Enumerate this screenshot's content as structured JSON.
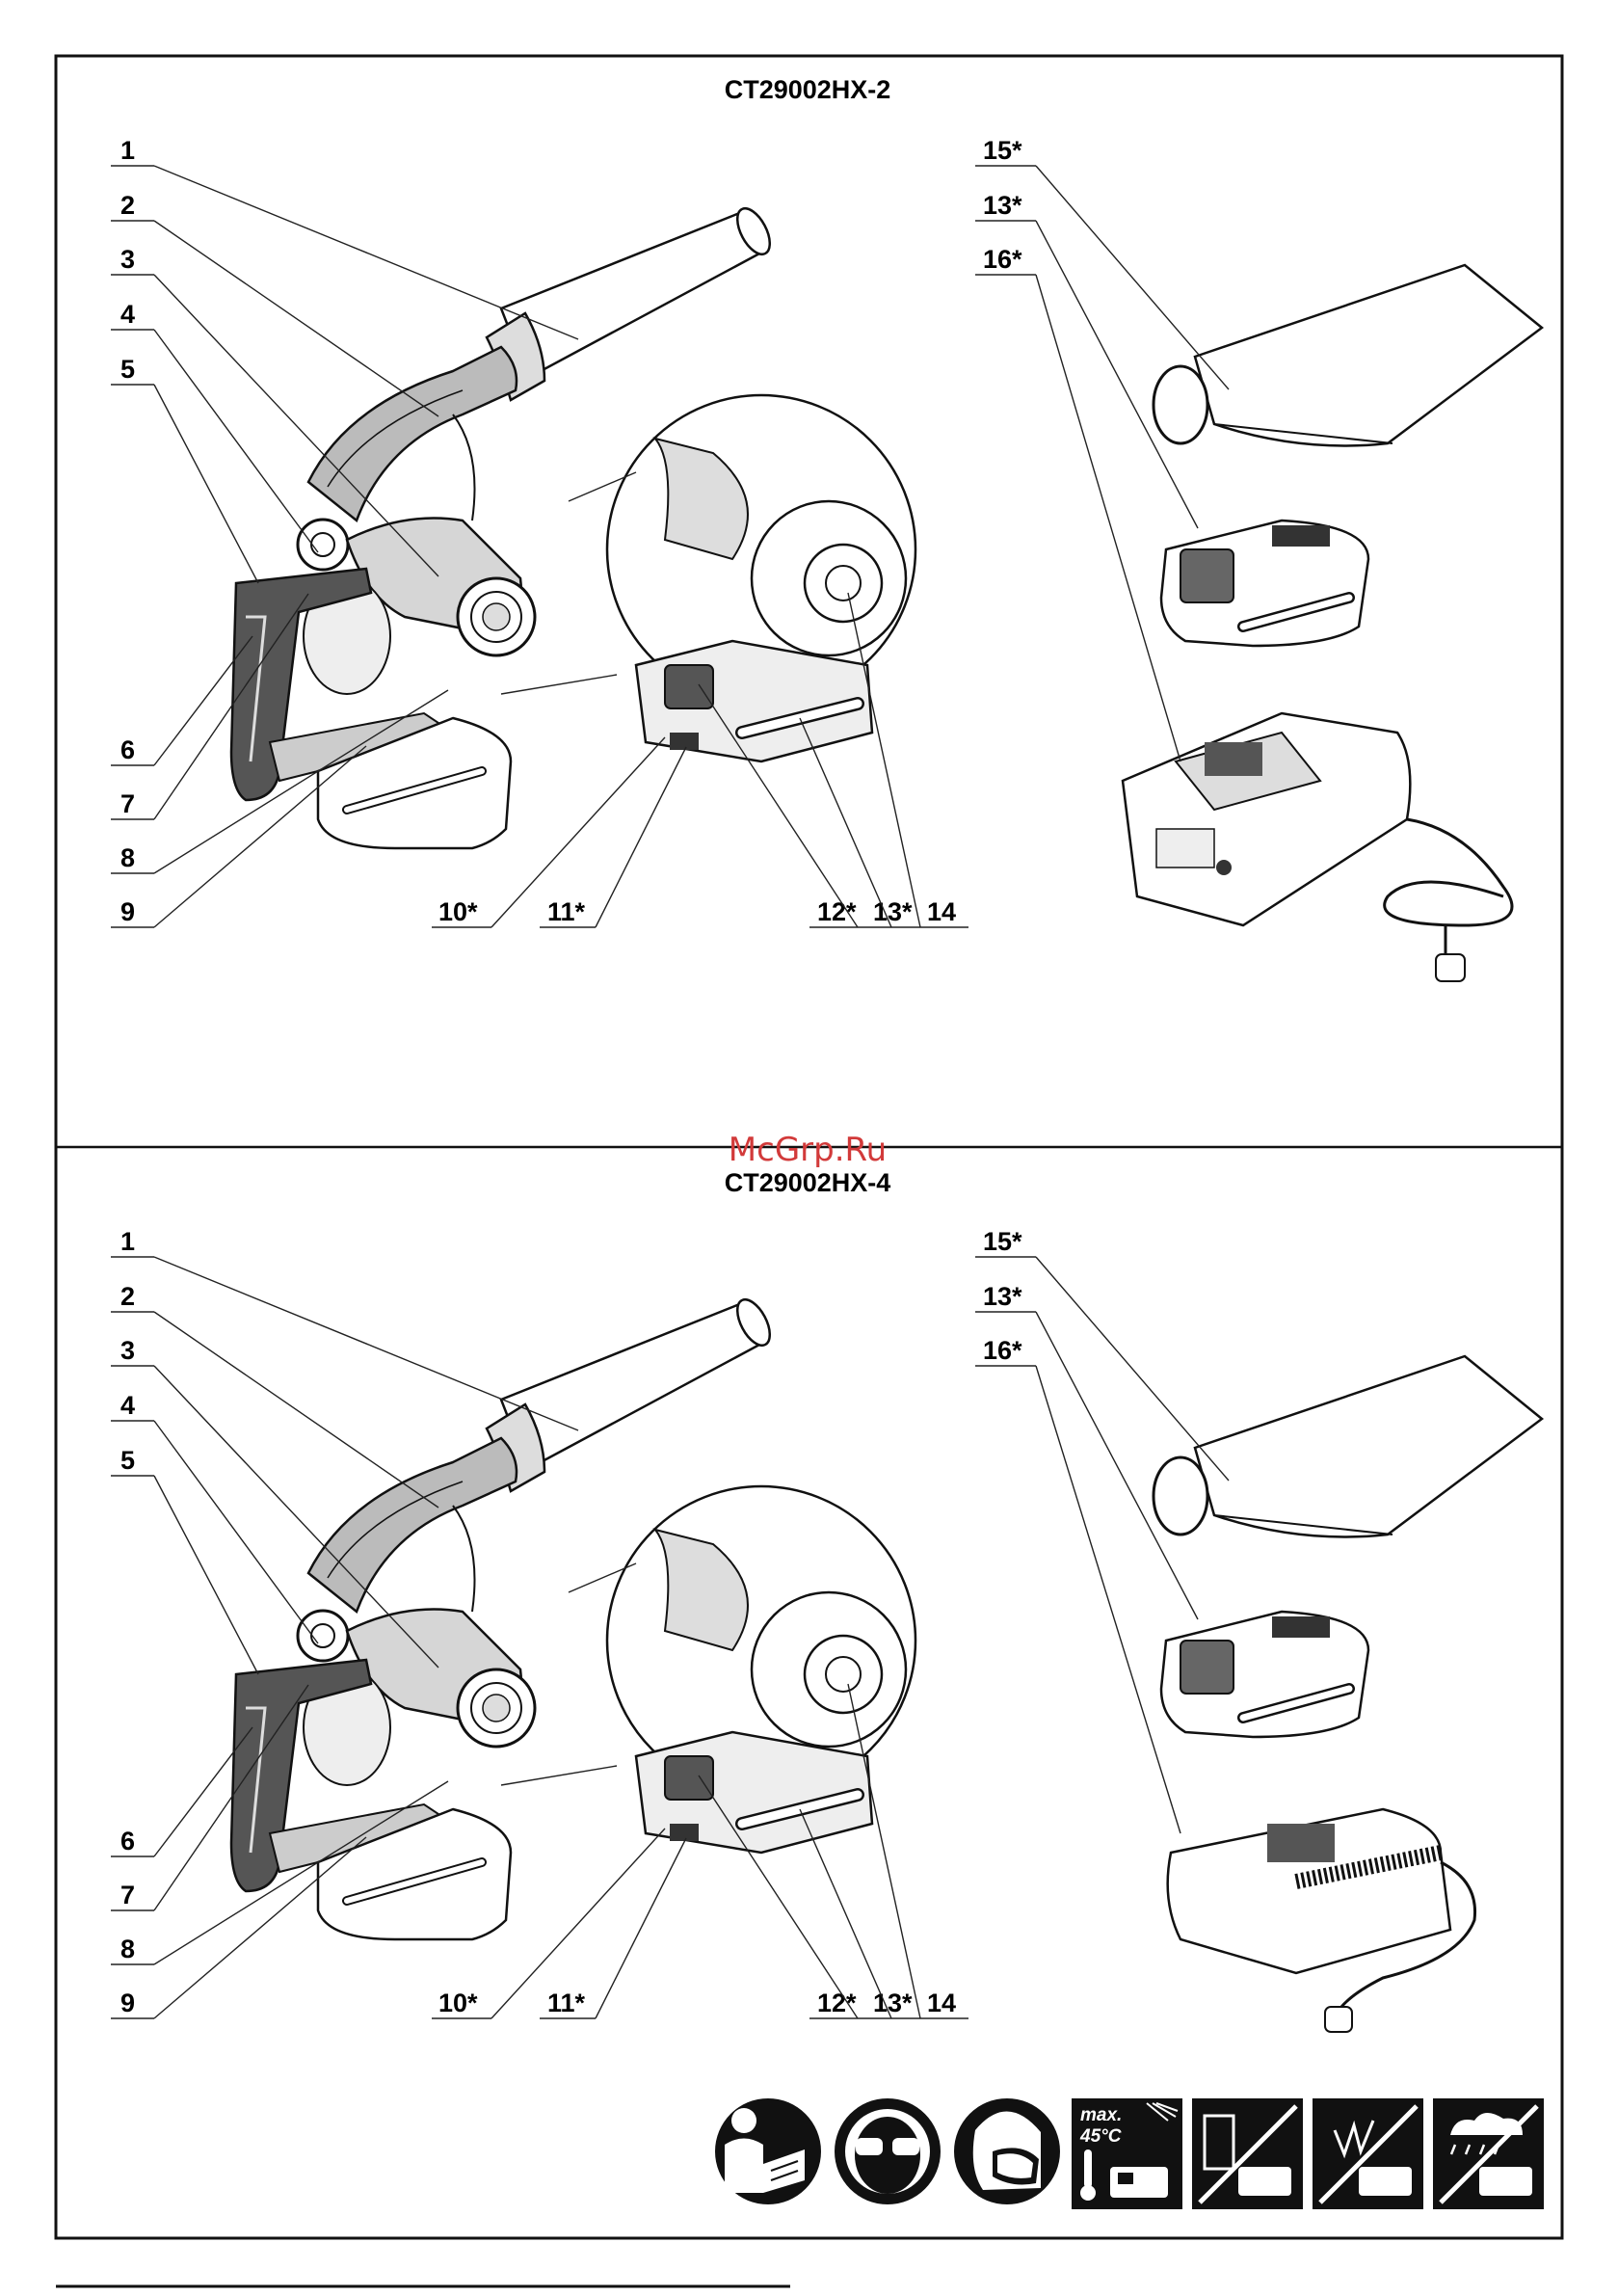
{
  "panels": [
    {
      "model": "CT29002HX-2"
    },
    {
      "model": "CT29002HX-4"
    }
  ],
  "callouts_left": [
    "1",
    "2",
    "3",
    "4",
    "5",
    "6",
    "7",
    "8",
    "9"
  ],
  "callouts_bottom": [
    "10*",
    "11*",
    "12*",
    "13*",
    "14"
  ],
  "callouts_right": [
    "15*",
    "13*",
    "16*"
  ],
  "watermark": "McGrp.Ru",
  "safety_icons": [
    {
      "icon": "read-manual-icon"
    },
    {
      "icon": "safety-goggles-icon"
    },
    {
      "icon": "dust-mask-icon"
    },
    {
      "icon": "battery-max-temperature-icon",
      "text_line1": "max.",
      "text_line2": "45°C"
    },
    {
      "icon": "battery-no-water-icon"
    },
    {
      "icon": "battery-no-fire-icon"
    },
    {
      "icon": "battery-no-rain-icon"
    }
  ]
}
